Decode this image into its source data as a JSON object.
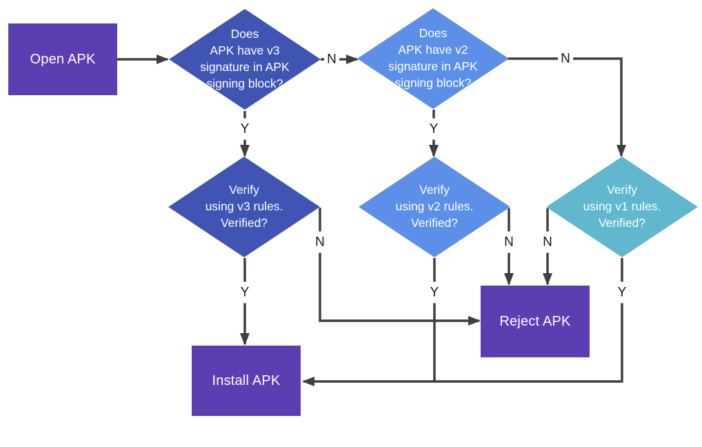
{
  "colors": {
    "purple": "#5c3eb3",
    "blue_dark": "#4054b4",
    "blue_light": "#5b8fe8",
    "teal": "#60b7ce",
    "arrow": "#3f3f3f",
    "shape_text": "#ffffff",
    "label_text": "#141414"
  },
  "nodes": {
    "open_apk": "Open APK",
    "v3_check": "Does\nAPK have v3\nsignature in APK\nsigning block?",
    "v2_check": "Does\nAPK have v2\nsignature in APK\nsigning block?",
    "v3_verify": "Verify\nusing v3 rules.\nVerified?",
    "v2_verify": "Verify\nusing v2 rules.\nVerified?",
    "v1_verify": "Verify\nusing v1 rules.\nVerified?",
    "reject_apk": "Reject APK",
    "install_apk": "Install APK"
  },
  "edge_labels": {
    "yes": "Y",
    "no": "N"
  }
}
